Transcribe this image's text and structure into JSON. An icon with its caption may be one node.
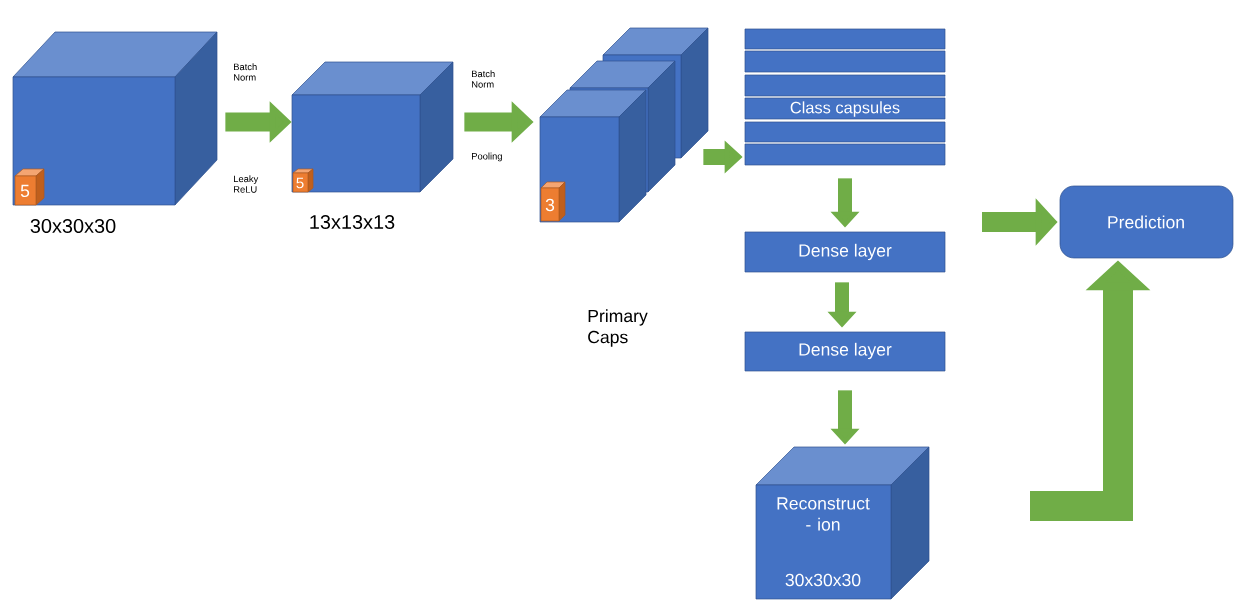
{
  "diagram": {
    "nodes": [
      {
        "text": [],
        "shape": "cube",
        "beside": [
          "30x30x30"
        ]
      },
      {
        "text": [
          "5"
        ],
        "in": 0
      },
      {
        "text": [],
        "shape": "cube",
        "beside": [
          "13x13x13"
        ]
      },
      {
        "text": [
          "5"
        ],
        "in": 2
      },
      {
        "text": [],
        "shape": "cube"
      },
      {
        "text": [],
        "shape": "cube"
      },
      {
        "text": [],
        "shape": "cube"
      },
      {
        "text": [
          "3"
        ],
        "in": 6
      },
      {
        "text": [],
        "shape": "bar"
      },
      {
        "text": [],
        "shape": "bar"
      },
      {
        "text": [],
        "shape": "bar"
      },
      {
        "text": [
          "Class capsules"
        ]
      },
      {
        "text": [],
        "shape": "bar"
      },
      {
        "text": [],
        "shape": "bar"
      },
      {
        "text": [
          "Dense layer"
        ]
      },
      {
        "text": [
          "Dense layer"
        ]
      },
      {
        "text": [
          "Reconstruct - ion",
          "30x30x30"
        ]
      },
      {
        "text": [
          "Prediction"
        ]
      }
    ],
    "edges": [
      {
        "from": 0,
        "to": 2,
        "arrow": "to"
      },
      {
        "from": 2,
        "to": 6,
        "arrow": "to"
      },
      {
        "from": 4,
        "to": 13,
        "arrow": "to"
      },
      {
        "from": 13,
        "to": 14,
        "arrow": "to"
      },
      {
        "from": 14,
        "to": 15,
        "arrow": "to"
      },
      {
        "from": 15,
        "to": 16,
        "arrow": "to"
      },
      {
        "from": null,
        "to": 17,
        "arrow": "to"
      },
      {
        "from": null,
        "to": 17,
        "arrow": "to",
        "style": "thick"
      }
    ],
    "labels": [
      "Batch Norm",
      "Leaky ReLU",
      "Batch Norm",
      "Pooling",
      "Primary Caps"
    ]
  }
}
